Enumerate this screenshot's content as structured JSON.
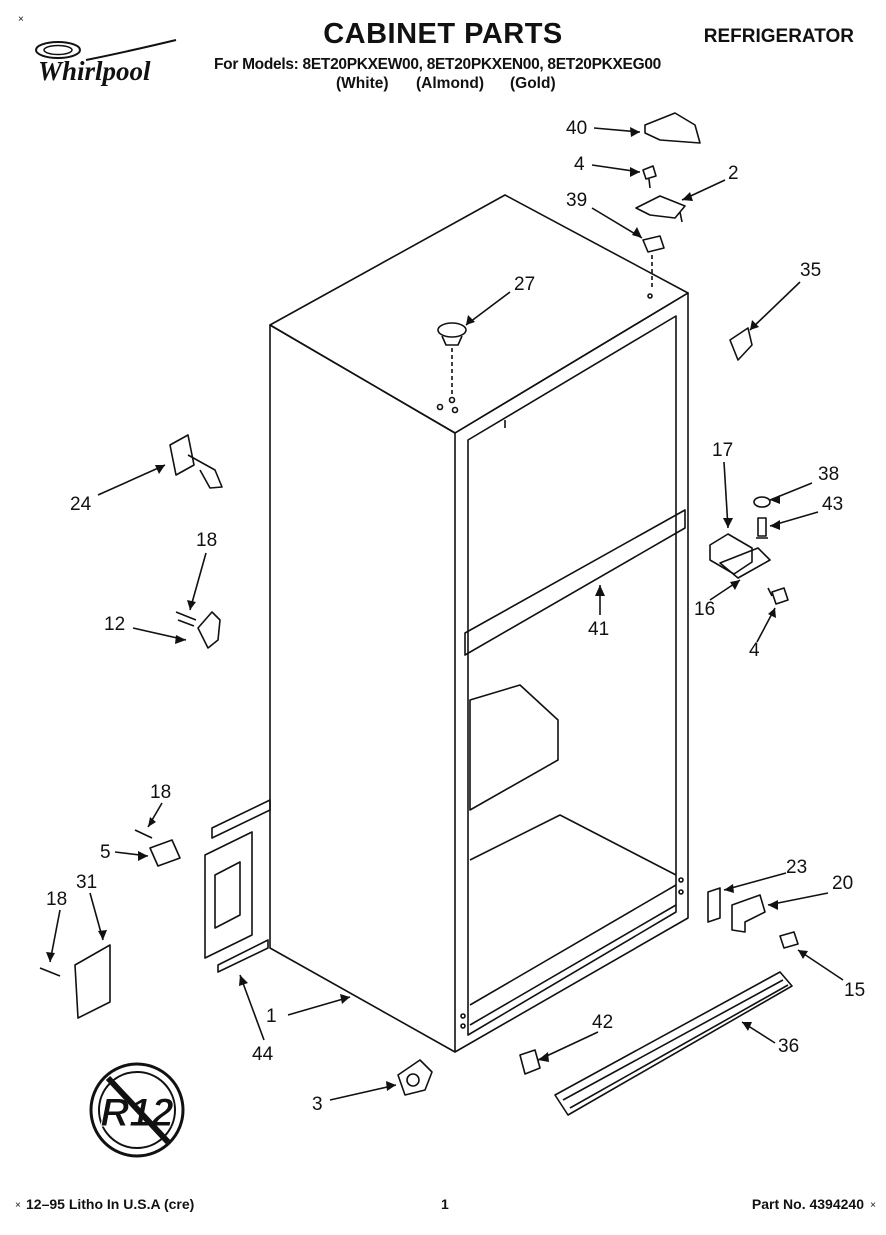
{
  "header": {
    "title": "CABINET PARTS",
    "category": "REFRIGERATOR",
    "brand": "Whirlpool",
    "models_line": "For Models: 8ET20PKXEW00, 8ET20PKXEN00, 8ET20PKXEG00",
    "color_labels": [
      "(White)",
      "(Almond)",
      "(Gold)"
    ]
  },
  "footer": {
    "litho": "12–95 Litho In U.S.A (cre)",
    "page_number": "1",
    "part_number": "Part No. 4394240"
  },
  "corner_mark": "×",
  "refrigerant_badge": "R12",
  "callouts": [
    "40",
    "4",
    "2",
    "39",
    "35",
    "27",
    "24",
    "18",
    "12",
    "17",
    "38",
    "43",
    "16",
    "41",
    "4",
    "18",
    "5",
    "18",
    "31",
    "23",
    "20",
    "15",
    "1",
    "44",
    "42",
    "36",
    "3"
  ]
}
